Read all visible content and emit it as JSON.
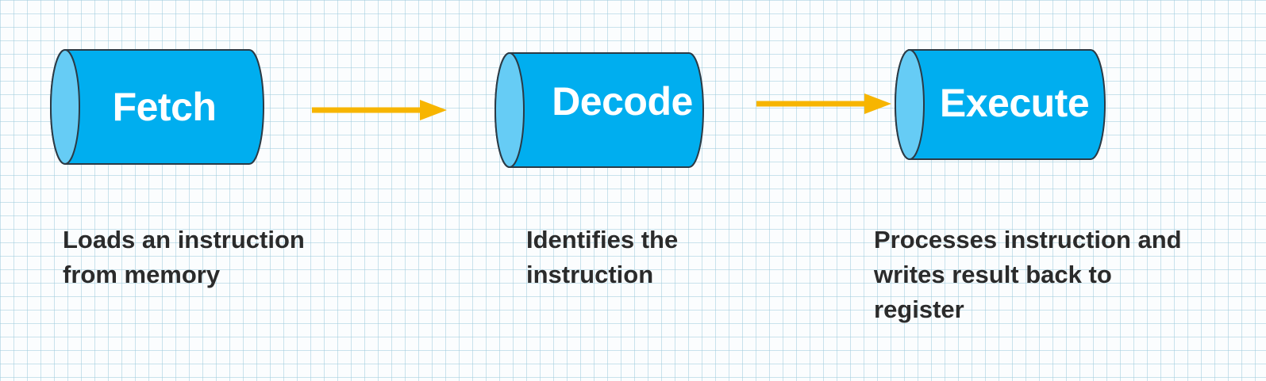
{
  "colors": {
    "cylinder_body": "#00aeef",
    "cylinder_cap": "#66ccf5",
    "cylinder_outline": "#2b3a45",
    "arrow": "#f7b500",
    "text": "#2b2b2b",
    "label": "#ffffff"
  },
  "stages": [
    {
      "label": "Fetch",
      "description_lines": [
        "Loads an instruction",
        "from memory"
      ]
    },
    {
      "label": "Decode",
      "description_lines": [
        "Identifies the",
        "instruction"
      ]
    },
    {
      "label": "Execute",
      "description_lines": [
        "Processes instruction and",
        "writes result back to",
        "register"
      ]
    }
  ],
  "connectors": [
    {
      "from": "Fetch",
      "to": "Decode"
    },
    {
      "from": "Decode",
      "to": "Execute"
    }
  ]
}
